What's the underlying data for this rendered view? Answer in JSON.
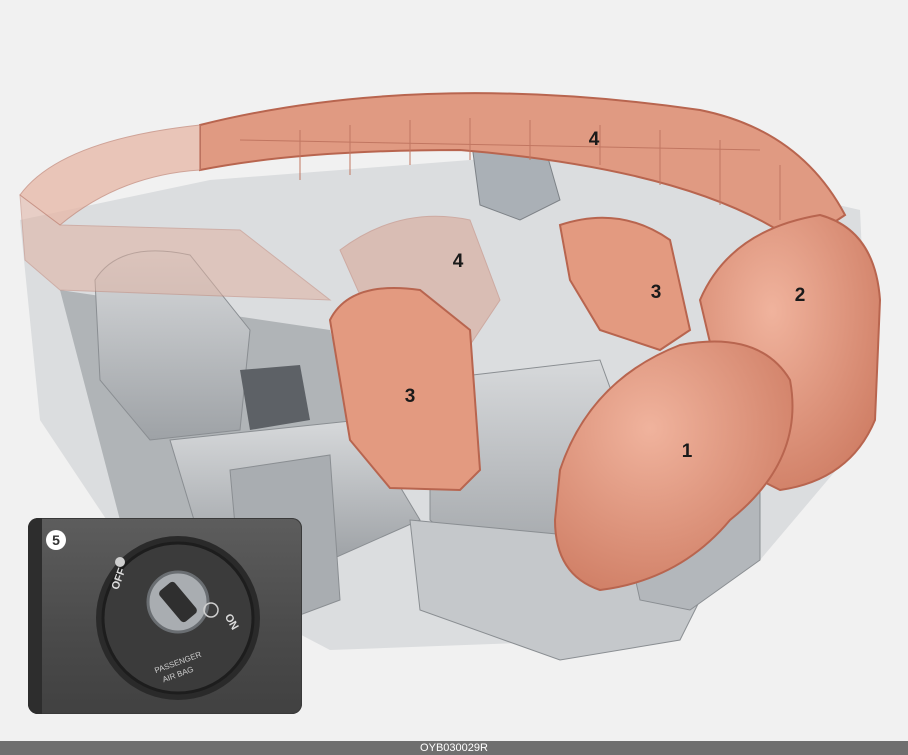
{
  "callouts": {
    "front_driver": "1",
    "front_passenger": "2",
    "side_rear": "3",
    "side_front": "3",
    "curtain_top": "4",
    "curtain_mid": "4"
  },
  "inset": {
    "number": "5",
    "label_off": "OFF",
    "label_on": "ON",
    "caption_line1": "PASSENGER",
    "caption_line2": "AIR BAG"
  },
  "footer": {
    "code": "OYB030029R"
  },
  "colors": {
    "airbag": "#e0937a",
    "airbag_dark": "#b8654f",
    "seat_gray": "#b9bcbf",
    "background": "#f1f1f1"
  }
}
